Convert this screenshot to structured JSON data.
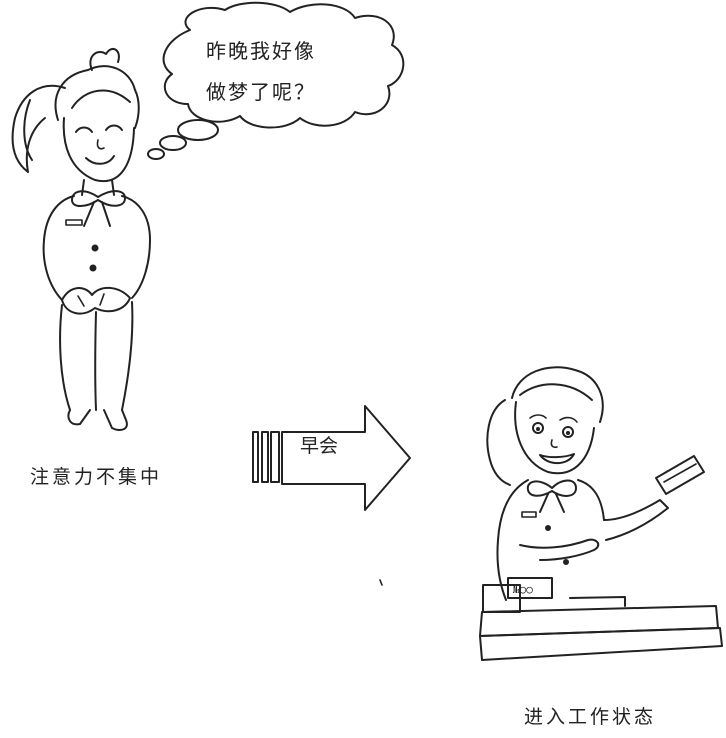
{
  "thought_bubble": {
    "line1": "昨晚我好像",
    "line2": "做梦了呢？"
  },
  "left_caption": "注意力不集中",
  "arrow_label": "早会",
  "right_caption": "进入工作状态"
}
